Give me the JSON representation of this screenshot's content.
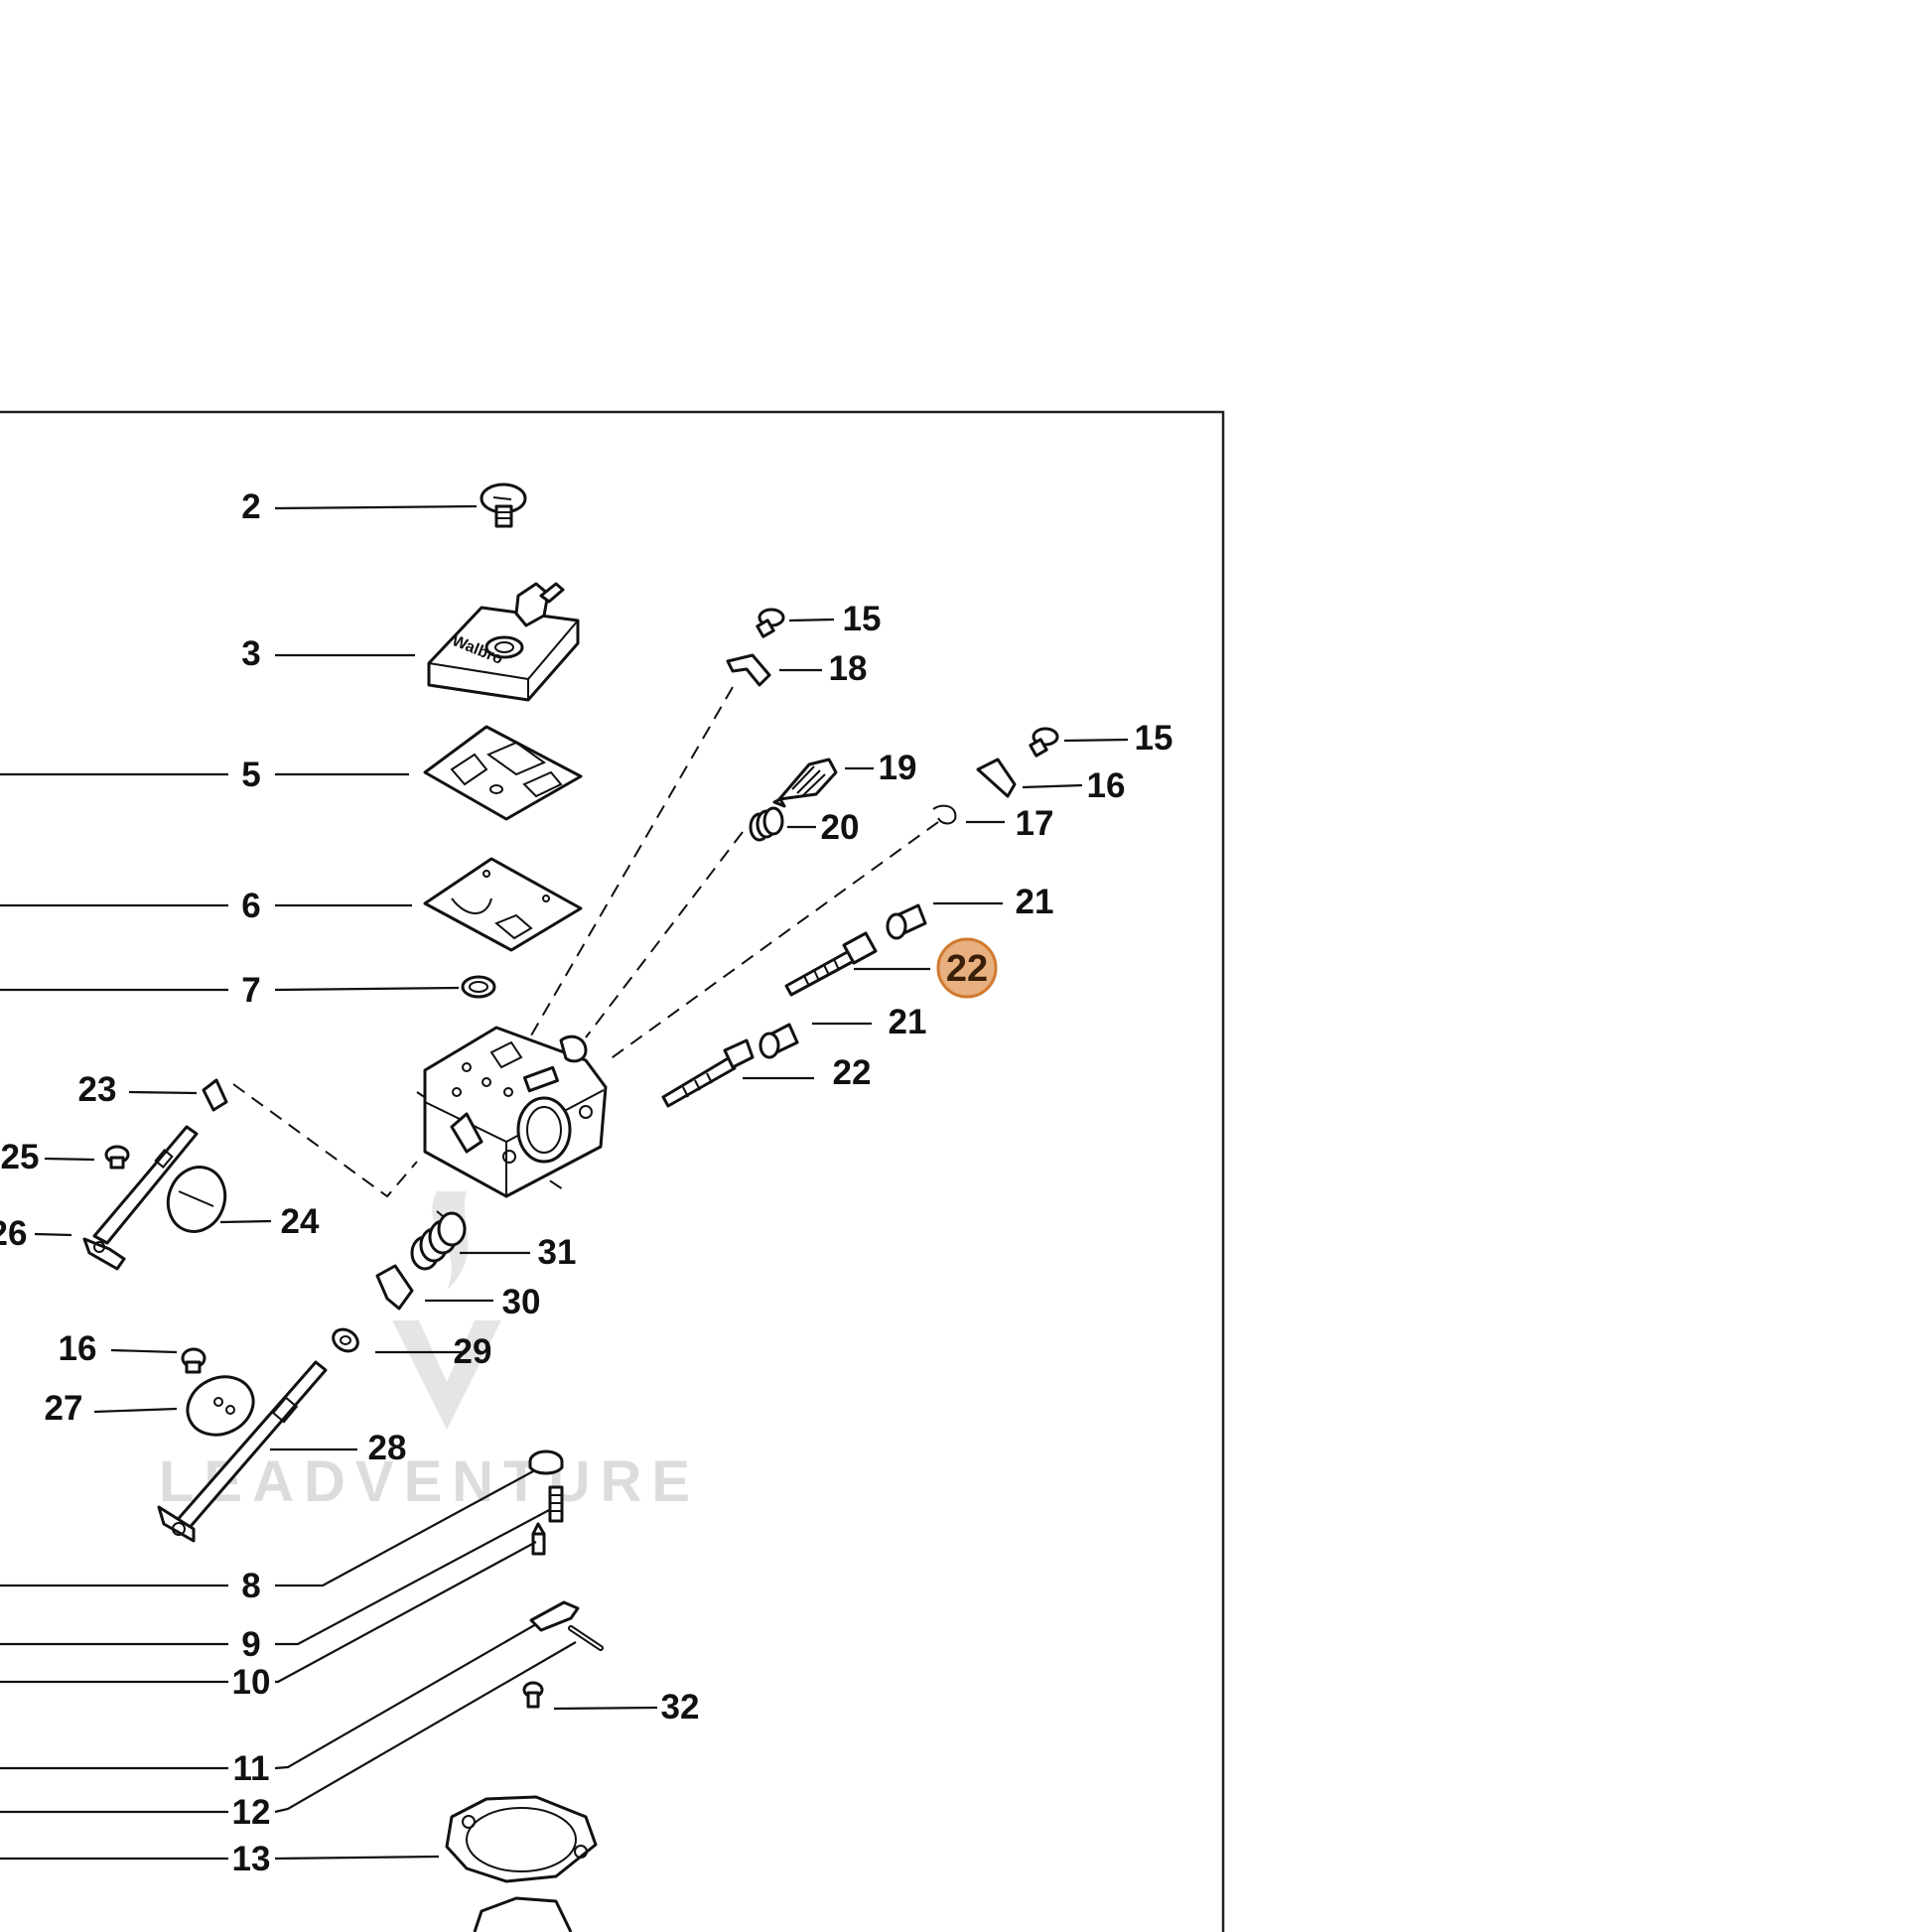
{
  "diagram": {
    "callouts": [
      {
        "id": "2",
        "label": "2"
      },
      {
        "id": "3",
        "label": "3"
      },
      {
        "id": "5",
        "label": "5"
      },
      {
        "id": "6",
        "label": "6"
      },
      {
        "id": "7",
        "label": "7"
      },
      {
        "id": "15a",
        "label": "15"
      },
      {
        "id": "18",
        "label": "18"
      },
      {
        "id": "15b",
        "label": "15"
      },
      {
        "id": "19",
        "label": "19"
      },
      {
        "id": "16a",
        "label": "16"
      },
      {
        "id": "20",
        "label": "20"
      },
      {
        "id": "17",
        "label": "17"
      },
      {
        "id": "21a",
        "label": "21"
      },
      {
        "id": "22a",
        "label": "22"
      },
      {
        "id": "21b",
        "label": "21"
      },
      {
        "id": "22b",
        "label": "22"
      },
      {
        "id": "23",
        "label": "23"
      },
      {
        "id": "25",
        "label": "25"
      },
      {
        "id": "24",
        "label": "24"
      },
      {
        "id": "26",
        "label": "26"
      },
      {
        "id": "31",
        "label": "31"
      },
      {
        "id": "30",
        "label": "30"
      },
      {
        "id": "16b",
        "label": "16"
      },
      {
        "id": "29",
        "label": "29"
      },
      {
        "id": "27",
        "label": "27"
      },
      {
        "id": "28",
        "label": "28"
      },
      {
        "id": "8",
        "label": "8"
      },
      {
        "id": "9",
        "label": "9"
      },
      {
        "id": "10",
        "label": "10"
      },
      {
        "id": "32",
        "label": "32"
      },
      {
        "id": "11",
        "label": "11"
      },
      {
        "id": "12",
        "label": "12"
      },
      {
        "id": "13",
        "label": "13"
      }
    ],
    "selected": "22a",
    "highlight_color": "#e8b07f",
    "highlight_border": "#d07a2e",
    "cover_brand": "Walbro",
    "watermark": "LEADVENTURE"
  }
}
